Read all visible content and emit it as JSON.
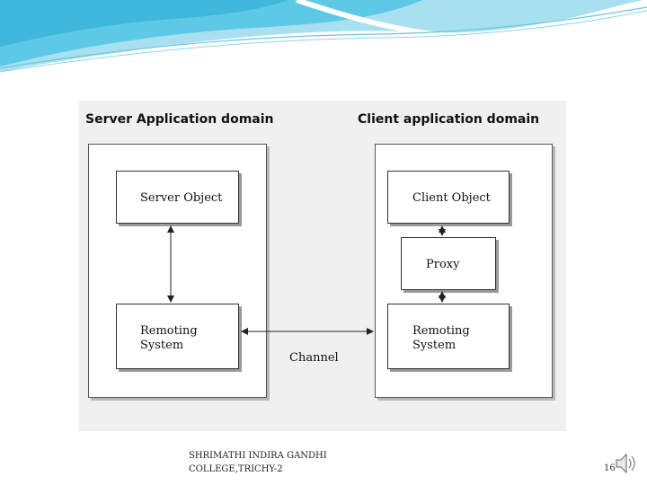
{
  "diagram": {
    "server_domain_title": "Server Application domain",
    "client_domain_title": "Client application domain",
    "server_object": "Server Object",
    "server_remoting": "Remoting\nSystem",
    "client_object": "Client Object",
    "proxy": "Proxy",
    "client_remoting": "Remoting\nSystem",
    "channel": "Channel"
  },
  "footer": {
    "institution": "SHRIMATHI INDIRA GANDHI\nCOLLEGE,TRICHY-2",
    "page_number": "16"
  },
  "icons": {
    "speaker": "speaker-icon"
  },
  "colors": {
    "banner_blue": "#5ec9e6",
    "banner_light": "#bfe9f5"
  }
}
